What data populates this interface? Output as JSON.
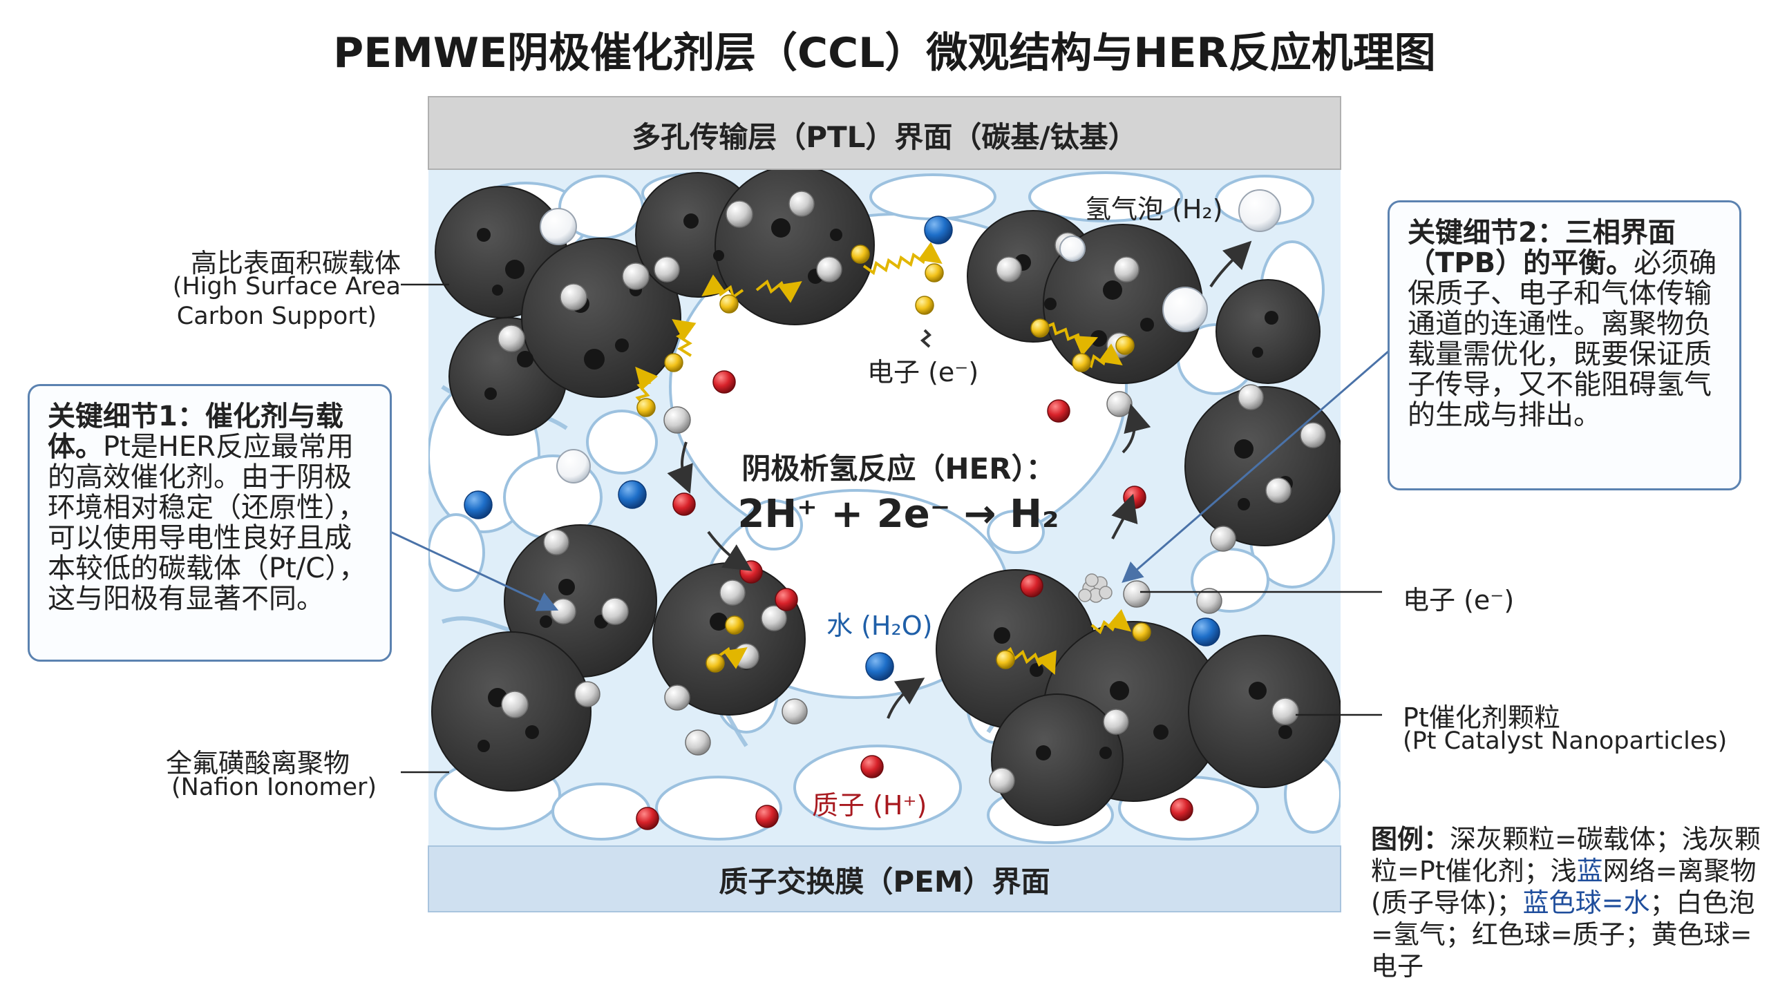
{
  "title": "PEMWE阴极催化剂层（CCL）微观结构与HER反应机理图",
  "top_interface": "多孔传输层（PTL）界面（碳基/钛基）",
  "bottom_interface": "质子交换膜（PEM）界面",
  "labels": {
    "carbon_cn": "高比表面积碳载体",
    "carbon_en1": "(High Surface Area",
    "carbon_en2": "Carbon Support)",
    "ionomer_cn": "全氟磺酸离聚物",
    "ionomer_en": "(Nafion Ionomer)",
    "h2_bubble": "氢气泡 (H₂)",
    "electron_top": "电子 (e⁻)",
    "electron_right": "电子 (e⁻)",
    "water": "水 (H₂O)",
    "proton": "质子 (H⁺)",
    "pt_cn": "Pt催化剂颗粒",
    "pt_en": "(Pt Catalyst Nanoparticles)"
  },
  "reaction": {
    "name": "阴极析氢反应（HER）：",
    "equation": "2H⁺ + 2e⁻ → H₂"
  },
  "detail1": {
    "head": "关键细节1：催化剂与载体。",
    "body": "Pt是HER反应最常用的高效催化剂。由于阴极环境相对稳定（还原性），可以使用导电性良好且成本较低的碳载体（Pt/C），这与阳极有显著不同。"
  },
  "detail2": {
    "head": "关键细节2：三相界面（TPB）的平衡。",
    "body": "必须确保质子、电子和气体传输通道的连通性。离聚物负载量需优化，既要保证质子传导，又不能阻碍氢气的生成与排出。"
  },
  "legend": {
    "head": "图例：",
    "part1": "深灰颗粒=碳载体；浅灰颗粒=Pt催化剂；浅",
    "blue1": "蓝",
    "part2": "网络=离聚物(质子导体)；",
    "blue2": "蓝色球=水",
    "part3": "；白色泡=氢气；红色球=质子；黄色球=电子"
  },
  "colors": {
    "carbon": "#3b3b3b",
    "platinum": "#c9c9c9",
    "ionomer": "#a9cbe6",
    "water": "#1e6fc9",
    "proton": "#d8222a",
    "electron": "#f2c21a",
    "interface_top": "#d4d4d4",
    "interface_bottom": "#cfe0f0",
    "box_border": "#5b82b0"
  }
}
